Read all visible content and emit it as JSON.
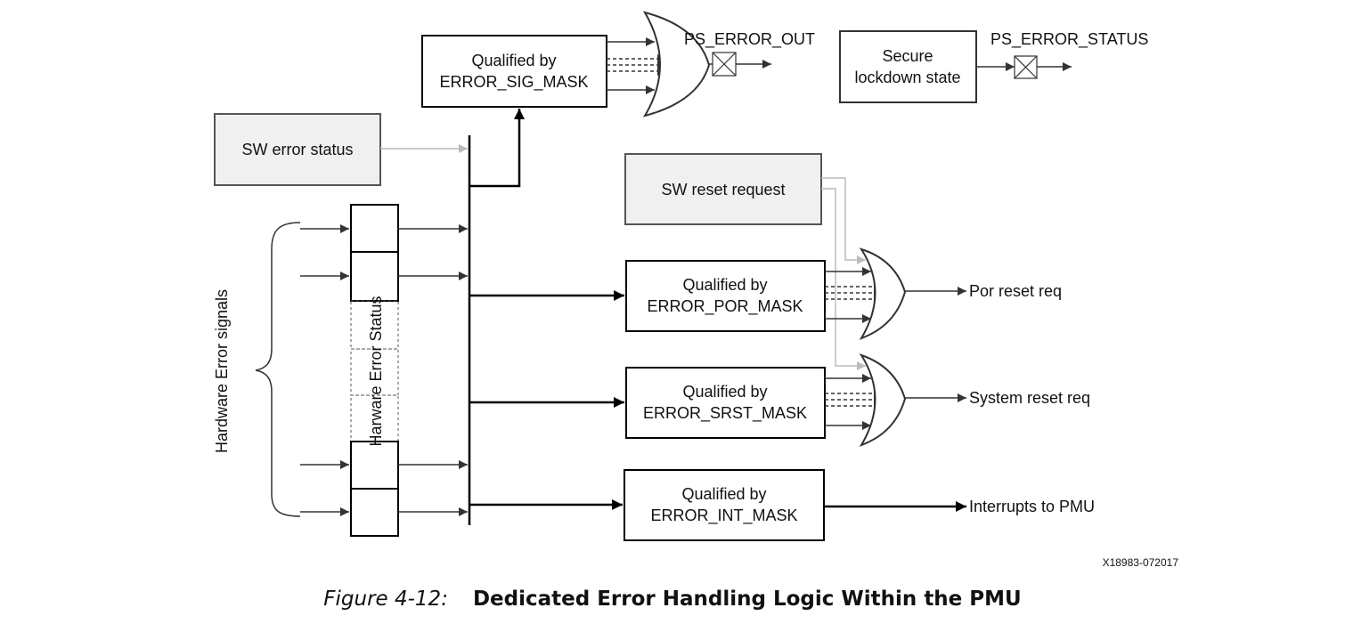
{
  "blocks": {
    "sig_mask": [
      "Qualified by",
      "ERROR_SIG_MASK"
    ],
    "secure_lockdown": [
      "Secure",
      "lockdown state"
    ],
    "sw_error_status": "SW error status",
    "sw_reset_request": "SW reset request",
    "por_mask": [
      "Qualified by",
      "ERROR_POR_MASK"
    ],
    "srst_mask": [
      "Qualified by",
      "ERROR_SRST_MASK"
    ],
    "int_mask": [
      "Qualified by",
      "ERROR_INT_MASK"
    ]
  },
  "outputs": {
    "ps_error_out": "PS_ERROR_OUT",
    "ps_error_status": "PS_ERROR_STATUS",
    "por_reset": "Por reset req",
    "system_reset": "System reset req",
    "interrupts": "Interrupts to PMU"
  },
  "labels": {
    "hardware_error_signals": "Hardware Error signals",
    "harware_error_status": "Harware Error Status"
  },
  "figure_id": "X18983-072017",
  "caption": {
    "number": "Figure 4-12:",
    "title": "Dedicated Error Handling Logic Within the PMU"
  }
}
